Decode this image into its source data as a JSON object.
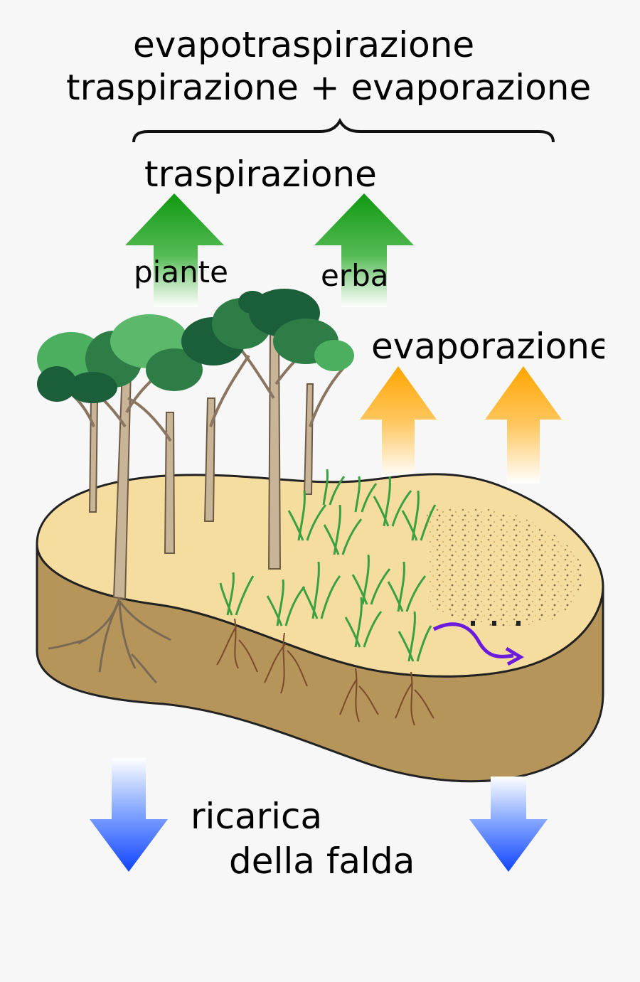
{
  "labels": {
    "evapotranspiration": "evapotraspirazione",
    "sum": "traspirazione + evaporazione",
    "transpiration": "traspirazione",
    "plants": "piante",
    "grass": "erba",
    "evaporation": "evaporazione",
    "recharge_line1": "ricarica",
    "recharge_line2": "della falda"
  },
  "colors": {
    "background": "#f7f7f7",
    "soil_top": "#f5dc9f",
    "soil_side": "#b5955a",
    "outline": "#222222",
    "transpiration_arrow": "#2aa52a",
    "evaporation_arrow": "#ffaa22",
    "recharge_arrow": "#2255ff",
    "infiltration_arrow": "#6a1bdc",
    "trunk": "#c8b496",
    "foliage_dark": "#1b5e3a",
    "foliage_mid": "#2e7d46",
    "foliage_light": "#4caf60",
    "roots": "#7a4a2a",
    "grass": "#3aa040"
  }
}
